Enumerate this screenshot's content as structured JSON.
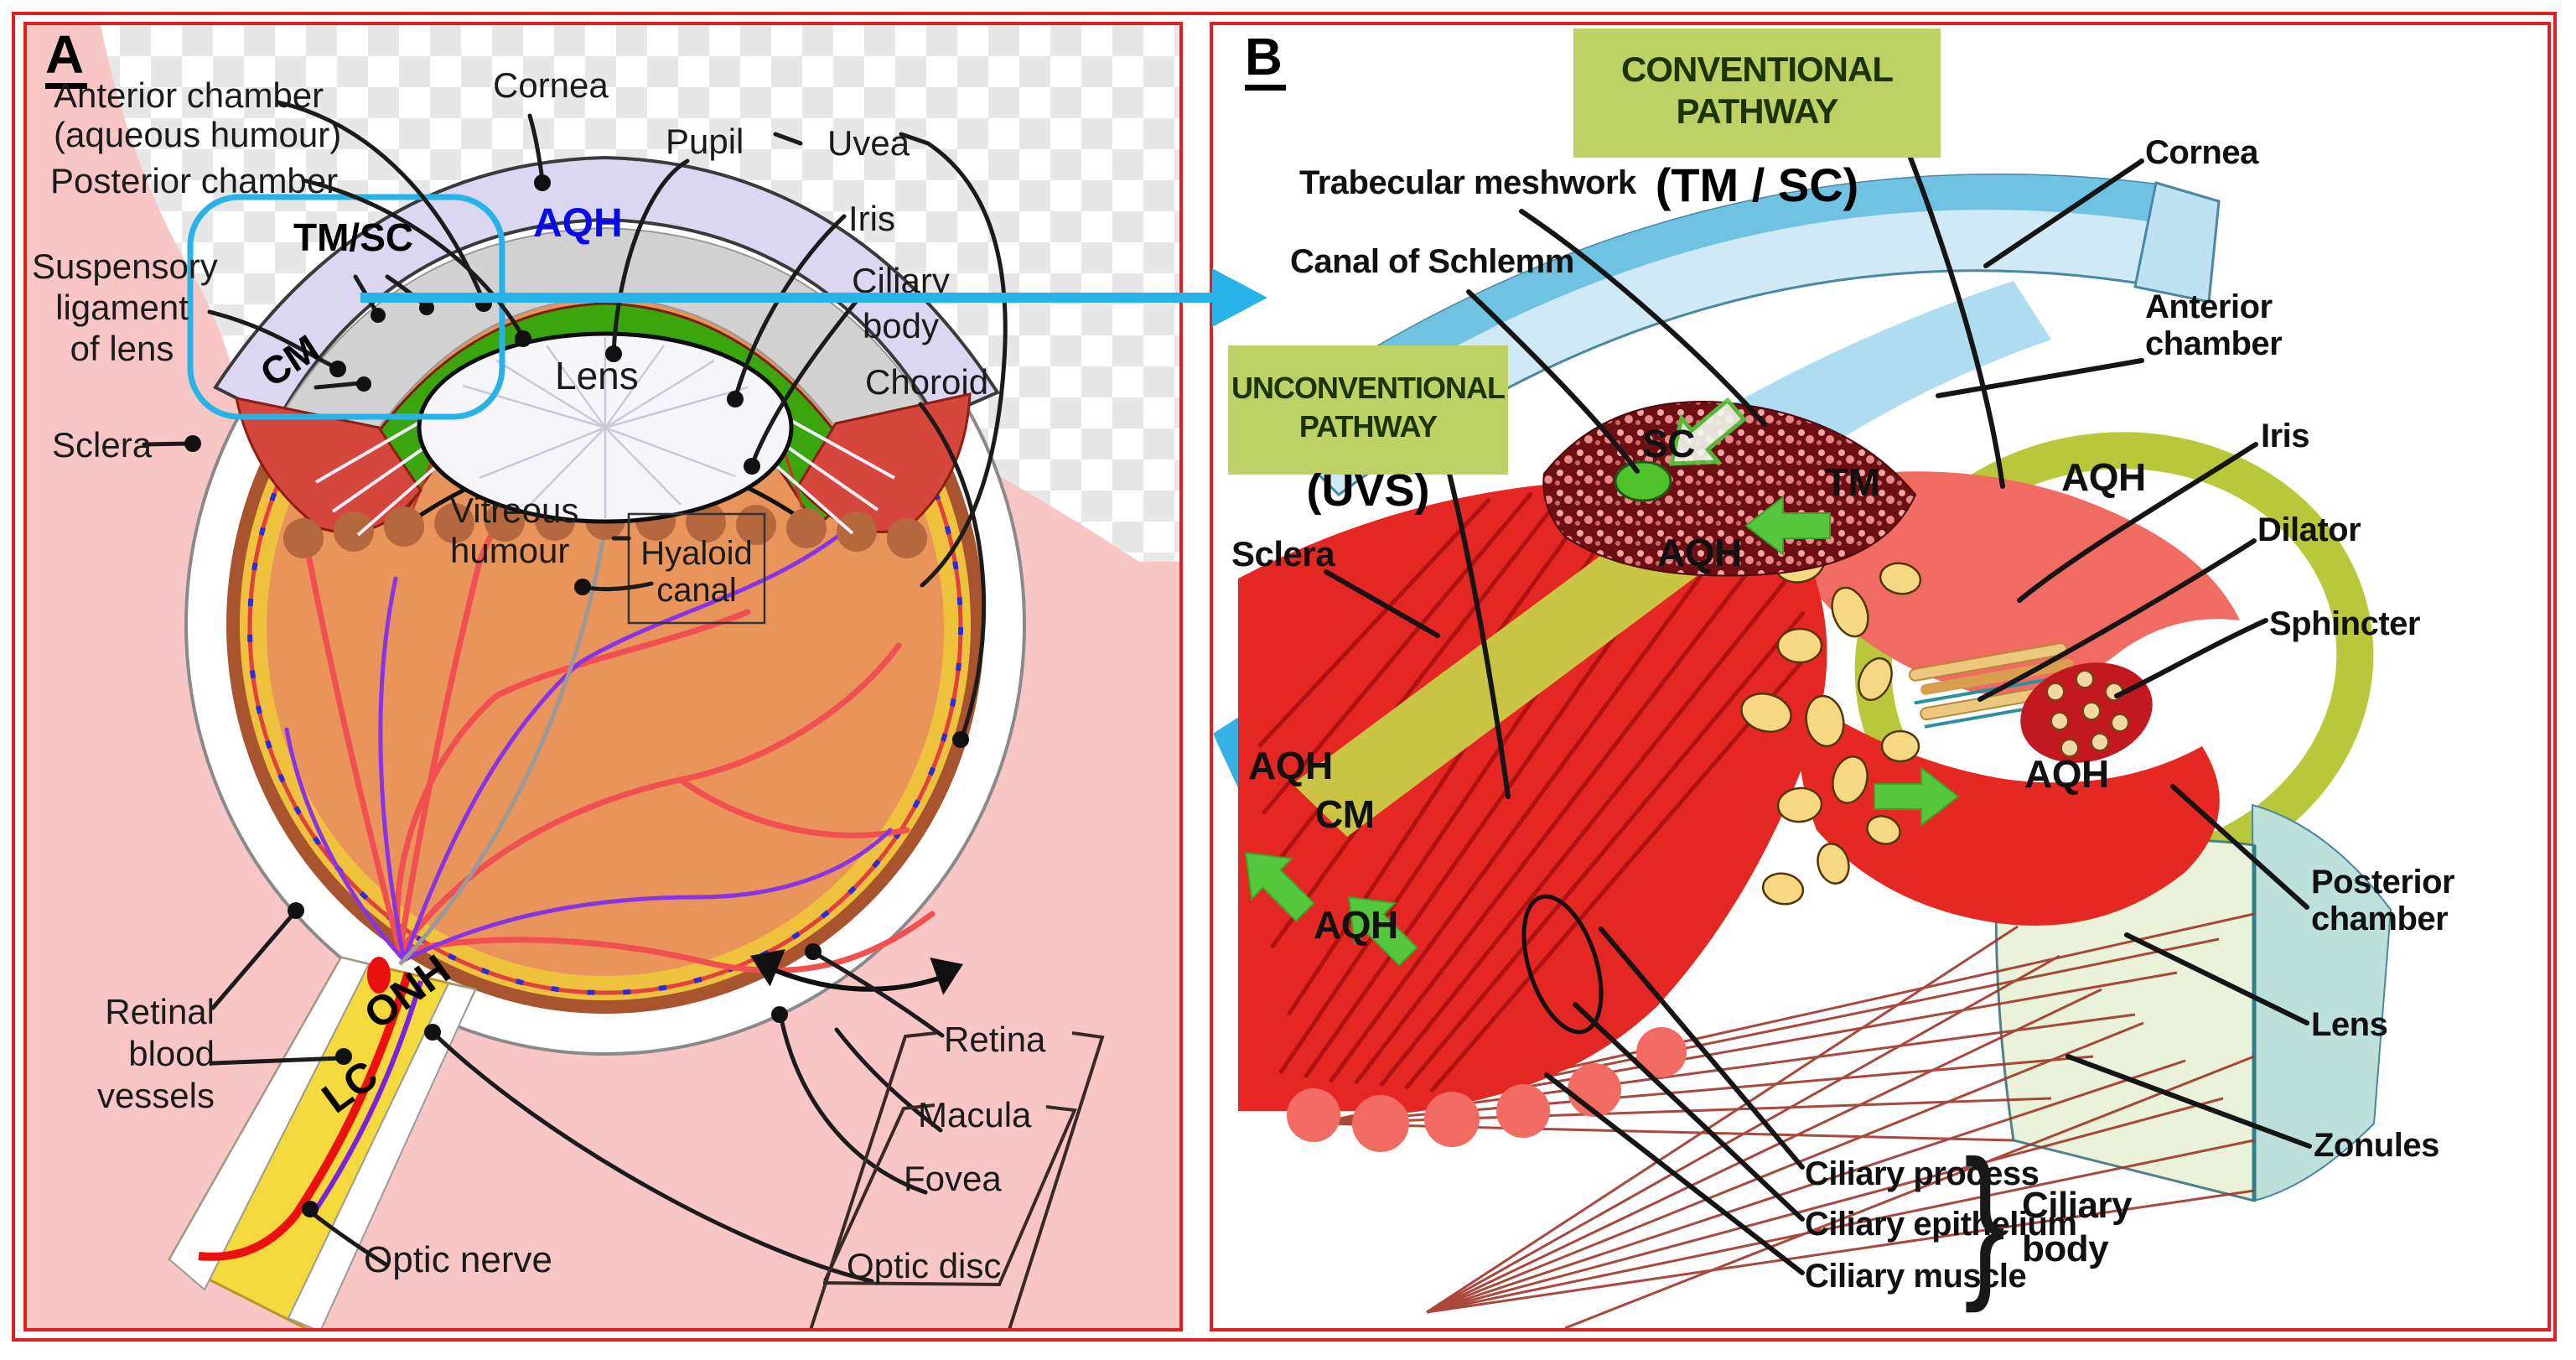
{
  "colors": {
    "border_red": "#e41e20",
    "panel_pink": "#f8c7c5",
    "checker_gray": "#e7e7e7",
    "aqh_blue": "#0909ee",
    "cyan_accent": "#27b2e8",
    "pathway_box_bg": "#bdd165",
    "pathway_box_text": "#1d3304",
    "arrow_green": "#54c73c",
    "label_dark": "#1b1b1b"
  },
  "panel_a": {
    "letter": "A",
    "labels": {
      "anterior_chamber": [
        "Anterior chamber",
        "(aqueous humour)"
      ],
      "posterior_chamber": "Posterior chamber",
      "cornea": "Cornea",
      "pupil": "Pupil",
      "uvea": "Uvea",
      "iris": "Iris",
      "ciliary_body": [
        "Ciliary",
        "body"
      ],
      "choroid": "Choroid",
      "tm_sc": "TM/SC",
      "aqh": "AQH",
      "suspensory_ligament": [
        "Suspensory",
        "ligament",
        "of lens"
      ],
      "cm": "CM",
      "sclera": "Sclera",
      "lens": "Lens",
      "vitreous_humour": [
        "Vitreous",
        "humour"
      ],
      "hyaloid_canal": [
        "Hyaloid",
        "canal"
      ],
      "retinal_blood_vessels": [
        "Retinal",
        "blood",
        "vessels"
      ],
      "onh": "ONH",
      "lc": "LC",
      "optic_nerve": "Optic nerve",
      "retina": "Retina",
      "macula": "Macula",
      "fovea": "Fovea",
      "optic_disc": "Optic disc"
    }
  },
  "panel_b": {
    "letter": "B",
    "conventional_pathway": {
      "title": [
        "CONVENTIONAL",
        "PATHWAY"
      ],
      "subtitle": "(TM / SC)"
    },
    "unconventional_pathway": {
      "title": [
        "UNCONVENTIONAL",
        "PATHWAY"
      ],
      "subtitle": "(UVS)"
    },
    "labels": {
      "trabecular_meshwork": "Trabecular meshwork",
      "canal_of_schlemm": "Canal of Schlemm",
      "sclera": "Sclera",
      "sc": "SC",
      "tm": "TM",
      "cm": "CM",
      "aqh": "AQH",
      "cornea": "Cornea",
      "anterior_chamber": [
        "Anterior",
        "chamber"
      ],
      "iris": "Iris",
      "dilator": "Dilator",
      "sphincter": "Sphincter",
      "posterior_chamber": [
        "Posterior",
        "chamber"
      ],
      "lens": "Lens",
      "zonules": "Zonules",
      "ciliary_process": "Ciliary process",
      "ciliary_epithelium": "Ciliary epithelium",
      "ciliary_muscle": "Ciliary muscle",
      "ciliary_body": [
        "Ciliary",
        "body"
      ],
      "brace": "}"
    }
  }
}
